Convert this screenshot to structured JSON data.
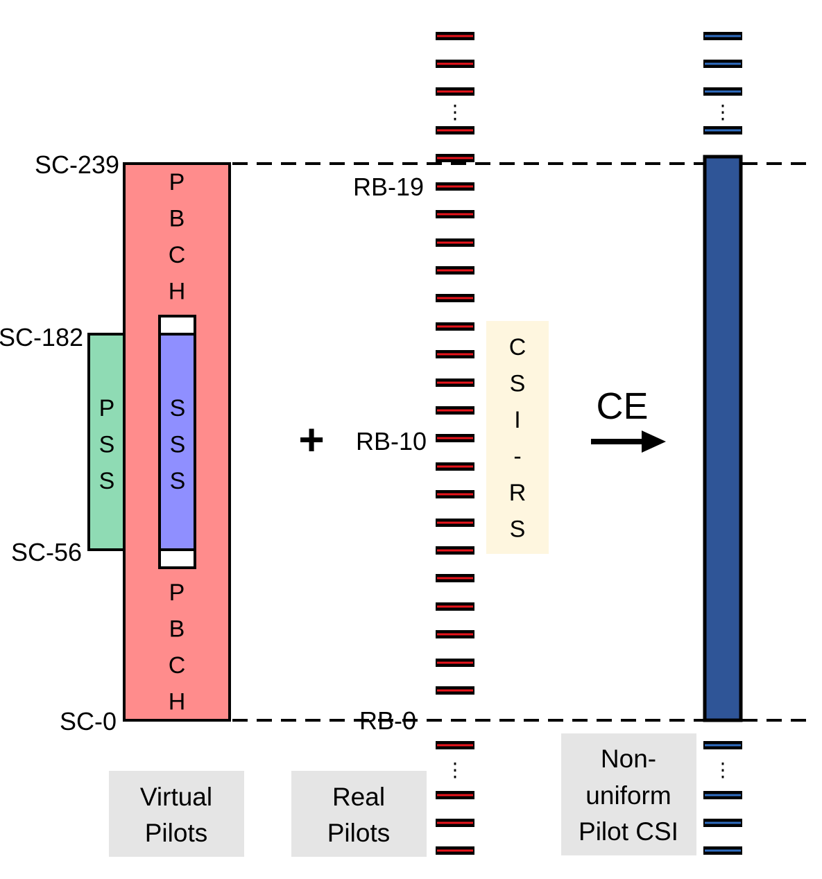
{
  "colors": {
    "pbch_fill": "#FF8C8C",
    "sss_fill": "#8F8FFF",
    "pss_fill": "#8FDBB4",
    "csirs_fill": "#FEF6DF",
    "real_pilot_dash": "#E8141B",
    "csi_pilot_dash": "#2F6DC0",
    "csi_bar": "#2F5597",
    "caption_bg": "#E5E5E5"
  },
  "sc_labels": {
    "sc239": "SC-239",
    "sc182": "SC-182",
    "sc56": "SC-56",
    "sc0": "SC-0"
  },
  "rb_labels": {
    "rb19": "RB-19",
    "rb10": "RB-10",
    "rb0": "RB-0"
  },
  "blocks": {
    "pbch_top_letters": [
      "P",
      "B",
      "C",
      "H"
    ],
    "pbch_bottom_letters": [
      "P",
      "B",
      "C",
      "H"
    ],
    "sss_letters": [
      "S",
      "S",
      "S"
    ],
    "pss_letters": [
      "P",
      "S",
      "S"
    ],
    "csirs_letters": [
      "C",
      "S",
      "I",
      "-",
      "R",
      "S"
    ]
  },
  "operators": {
    "plus": "+",
    "ce": "CE",
    "ellipsis": "⋮"
  },
  "captions": {
    "virtual": [
      "Virtual",
      "Pilots"
    ],
    "real": [
      "Real",
      "Pilots"
    ],
    "nonuniform": [
      "Non-",
      "uniform",
      "Pilot CSI"
    ]
  }
}
